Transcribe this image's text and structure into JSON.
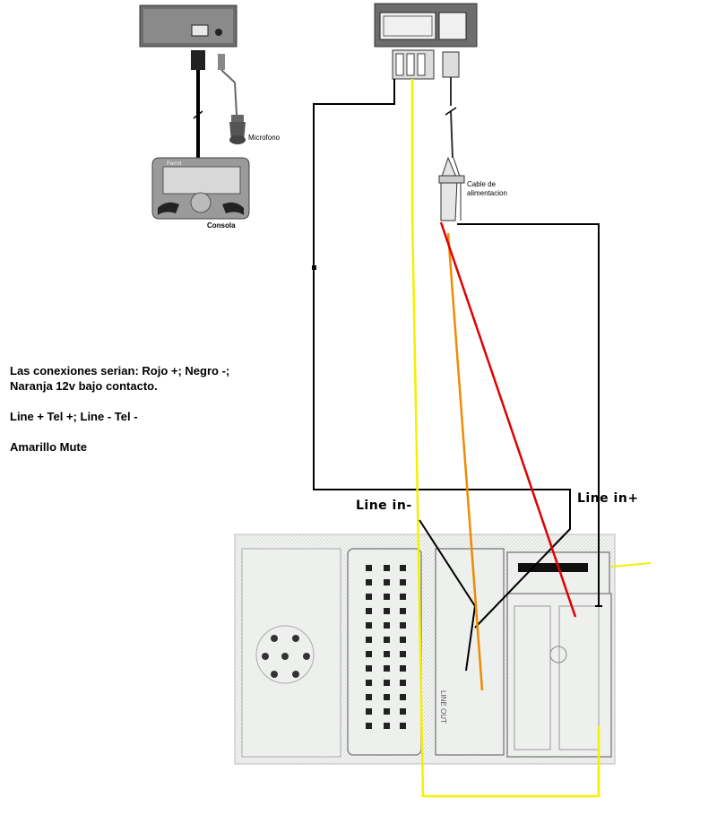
{
  "labels": {
    "microfono": "Microfono",
    "consola": "Consola",
    "cable_line1": "Cable de",
    "cable_line2": "alimentacion",
    "line_in_minus": "Line in-",
    "line_in_plus": "Line in+",
    "line_out": "LINE OUT",
    "console_brand": "Parrot"
  },
  "notes": {
    "line1": "Las conexiones serian: Rojo +; Negro -;",
    "line2": "Naranja 12v bajo contacto.",
    "line3": "Line + Tel +; Line - Tel -",
    "line4": "Amarillo Mute"
  },
  "wire_colors": {
    "yellow": "#f5f000",
    "red": "#e00000",
    "orange": "#f08a00",
    "black": "#000000"
  }
}
